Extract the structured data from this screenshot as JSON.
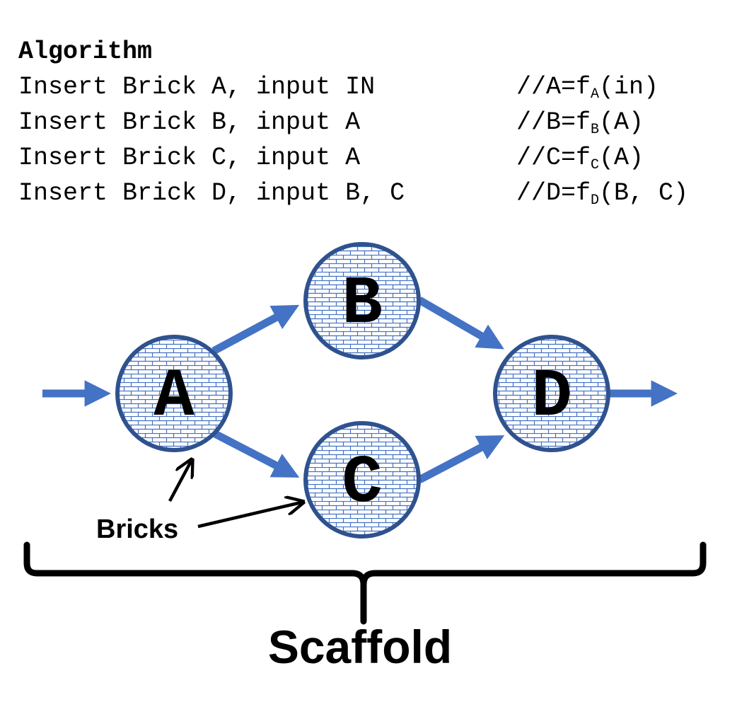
{
  "algorithm": {
    "title": "Algorithm",
    "lines": [
      {
        "cmd": "Insert Brick A, input IN",
        "cmt_pre": "//A=f",
        "cmt_sub": "A",
        "cmt_post": "(in)"
      },
      {
        "cmd": "Insert Brick B, input A",
        "cmt_pre": "//B=f",
        "cmt_sub": "B",
        "cmt_post": "(A)"
      },
      {
        "cmd": "Insert Brick C, input A",
        "cmt_pre": "//C=f",
        "cmt_sub": "C",
        "cmt_post": "(A)"
      },
      {
        "cmd": "Insert Brick D, input B, C",
        "cmt_pre": "//D=f",
        "cmt_sub": "D",
        "cmt_post": "(B, C)"
      }
    ]
  },
  "nodes": {
    "a": "A",
    "b": "B",
    "c": "C",
    "d": "D"
  },
  "labels": {
    "bricks": "Bricks",
    "scaffold": "Scaffold"
  },
  "colors": {
    "arrow": "#4472c4",
    "node_border": "#2f528f",
    "brick_line": "#4472c4"
  }
}
